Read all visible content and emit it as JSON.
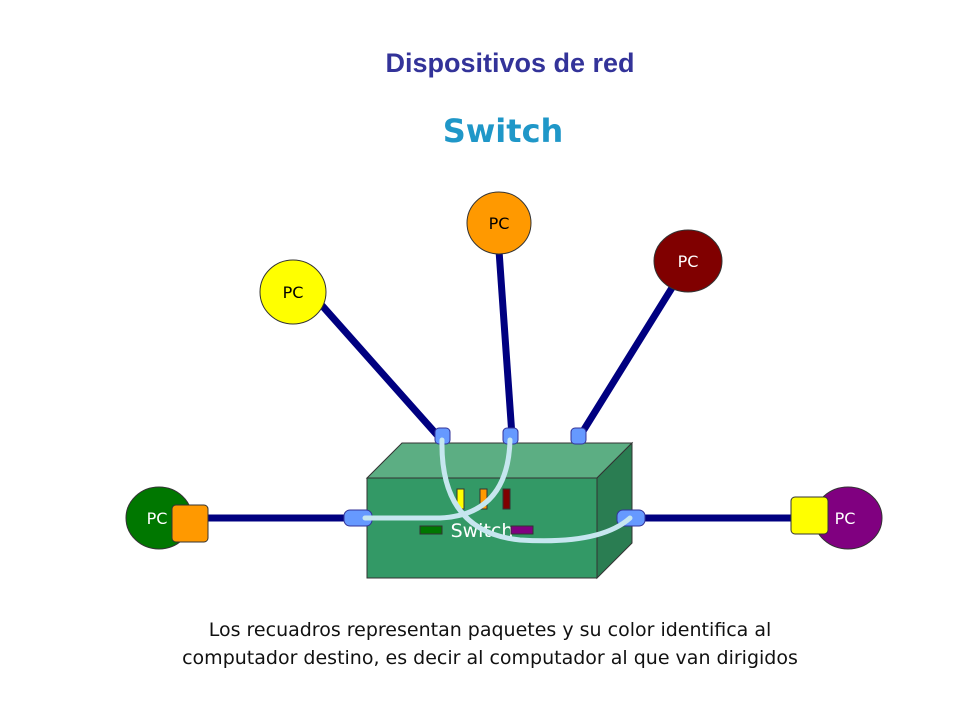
{
  "header": {
    "title": "Dispositivos de red",
    "subtitle": "Switch"
  },
  "diagram": {
    "switch_label": "Switch",
    "nodes": [
      {
        "id": "pc-left",
        "label": "PC",
        "color": "#007700"
      },
      {
        "id": "pc-upper-left",
        "label": "PC",
        "color": "#ffff00"
      },
      {
        "id": "pc-top",
        "label": "PC",
        "color": "#ff9900"
      },
      {
        "id": "pc-upper-right",
        "label": "PC",
        "color": "#800000"
      },
      {
        "id": "pc-right",
        "label": "PC",
        "color": "#800080"
      }
    ],
    "packets": [
      {
        "color": "#ff9900"
      },
      {
        "color": "#ffff00"
      }
    ],
    "colors": {
      "cable": "#000080",
      "port": "#6699ff",
      "switch_front": "#339966",
      "switch_top": "#5cae83",
      "switch_side": "#2a7d52",
      "path": "#c6e6ef"
    }
  },
  "footer": {
    "caption_line1": "Los recuadros representan paquetes y su color identifica al",
    "caption_line2": "computador destino, es decir al computador al que van dirigidos"
  }
}
